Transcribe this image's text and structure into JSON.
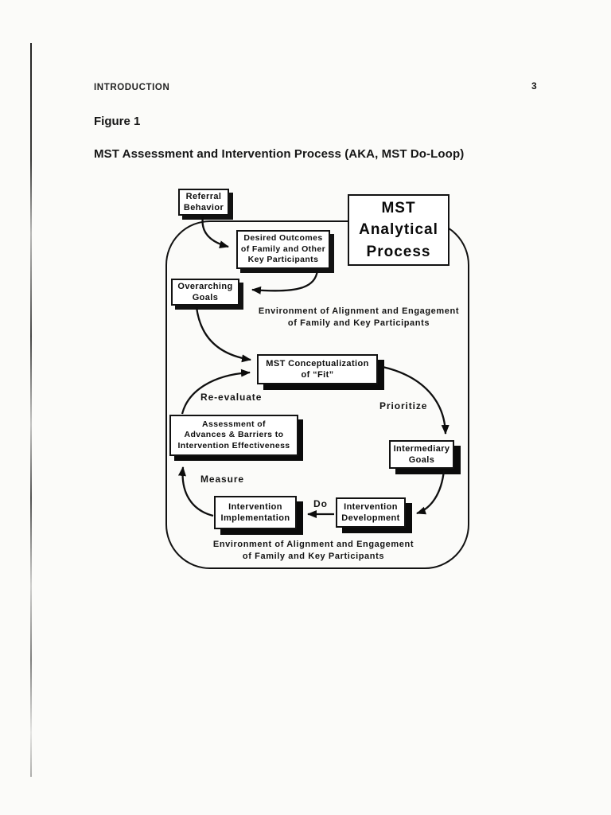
{
  "colors": {
    "paper": "#fbfbf9",
    "ink": "#141414"
  },
  "page": {
    "header": "INTRODUCTION",
    "page_number": "3",
    "figure_label": "Figure 1",
    "figure_caption": "MST Assessment and Intervention Process (AKA, MST Do-Loop)"
  },
  "diagram": {
    "title_box": "MST\nAnalytical\nProcess",
    "boxes": {
      "referral": "Referral\nBehavior",
      "desired_outcomes": "Desired Outcomes\nof Family and Other\nKey Participants",
      "overarching_goals": "Overarching\nGoals",
      "mst_fit": "MST Conceptualization\nof “Fit”",
      "assessment": "Assessment of\nAdvances & Barriers to\nIntervention Effectiveness",
      "intermediary_goals": "Intermediary\nGoals",
      "intervention_implementation": "Intervention\nImplementation",
      "intervention_development": "Intervention\nDevelopment"
    },
    "environment_top": "Environment of Alignment and Engagement\nof Family and Key Participants",
    "environment_bottom": "Environment of Alignment and Engagement\nof Family and Key Participants",
    "labels": {
      "re_evaluate": "Re-evaluate",
      "prioritize": "Prioritize",
      "measure": "Measure",
      "do": "Do"
    }
  }
}
